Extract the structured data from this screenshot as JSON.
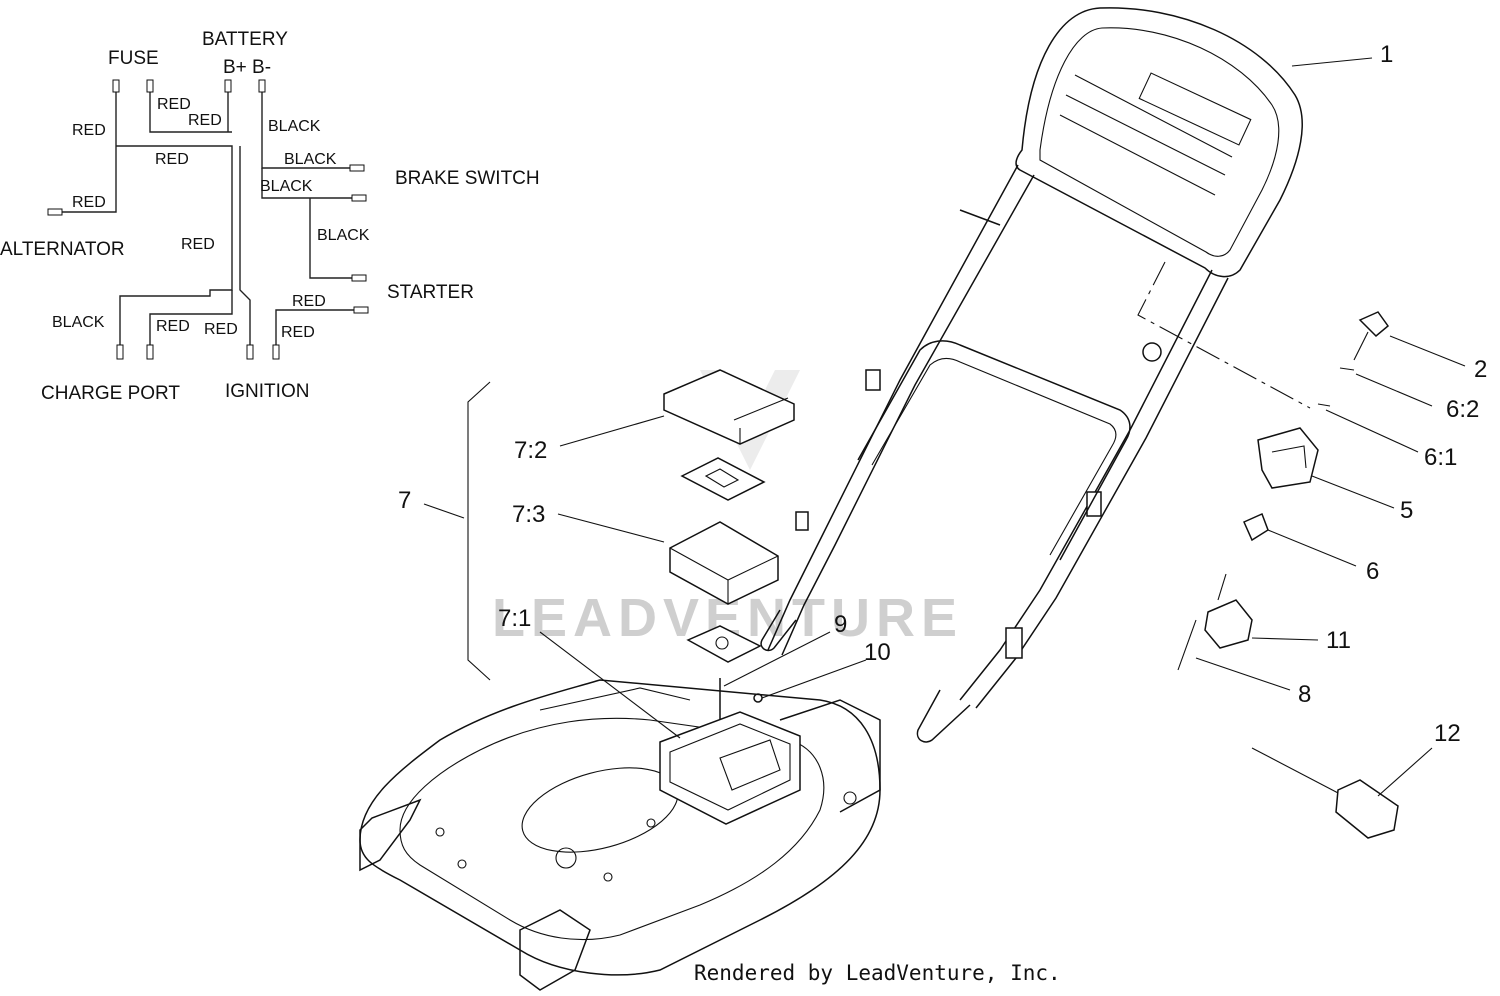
{
  "wiring": {
    "components": {
      "fuse": "FUSE",
      "battery": "BATTERY",
      "battery_poles": "B+ B-",
      "brake_switch": "BRAKE SWITCH",
      "alternator": "ALTERNATOR",
      "starter": "STARTER",
      "charge_port": "CHARGE PORT",
      "ignition": "IGNITION"
    },
    "wire_labels": [
      {
        "id": "w1",
        "text": "RED"
      },
      {
        "id": "w2",
        "text": "RED"
      },
      {
        "id": "w3",
        "text": "RED"
      },
      {
        "id": "w4",
        "text": "RED"
      },
      {
        "id": "w5",
        "text": "RED"
      },
      {
        "id": "w6",
        "text": "RED"
      },
      {
        "id": "w7",
        "text": "BLACK"
      },
      {
        "id": "w8",
        "text": "BLACK"
      },
      {
        "id": "w9",
        "text": "BLACK"
      },
      {
        "id": "w10",
        "text": "BLACK"
      },
      {
        "id": "w11",
        "text": "RED"
      },
      {
        "id": "w12",
        "text": "RED"
      },
      {
        "id": "w13",
        "text": "BLACK"
      },
      {
        "id": "w14",
        "text": "RED"
      },
      {
        "id": "w15",
        "text": "RED"
      }
    ]
  },
  "callouts": {
    "c1": "1",
    "c2": "2",
    "c6_2": "6:2",
    "c6_1": "6:1",
    "c5": "5",
    "c6": "6",
    "c11": "11",
    "c8": "8",
    "c12": "12",
    "c7": "7",
    "c7_2": "7:2",
    "c7_3": "7:3",
    "c7_1": "7:1",
    "c9": "9",
    "c10": "10"
  },
  "watermark": "LEADVENTURE",
  "footer": "Rendered by LeadVenture, Inc."
}
